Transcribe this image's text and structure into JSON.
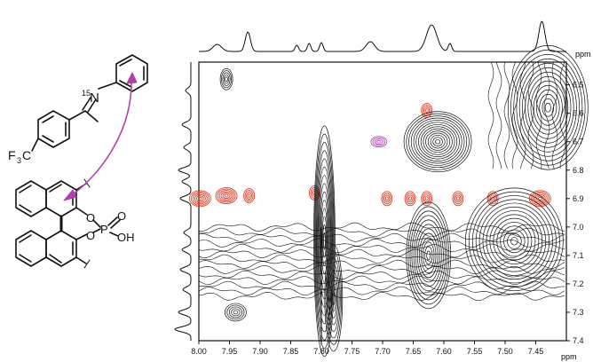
{
  "chart_data": {
    "type": "heatmap",
    "xlabel": "ppm",
    "ylabel": "ppm",
    "xlim": [
      8.0,
      7.4
    ],
    "ylim": [
      6.42,
      7.4
    ],
    "x_ticks": [
      "8.00",
      "7.95",
      "7.90",
      "7.85",
      "7.80",
      "7.75",
      "7.70",
      "7.65",
      "7.60",
      "7.55",
      "7.50",
      "7.45"
    ],
    "y_ticks": [
      "6.5",
      "6.6",
      "6.7",
      "6.8",
      "6.9",
      "7.0",
      "7.1",
      "7.2",
      "7.3",
      "7.4"
    ],
    "negative_peaks": [
      {
        "x": 7.998,
        "y": 6.9
      },
      {
        "x": 7.955,
        "y": 6.89
      },
      {
        "x": 7.918,
        "y": 6.89
      },
      {
        "x": 7.811,
        "y": 6.88
      },
      {
        "x": 7.693,
        "y": 6.9
      },
      {
        "x": 7.655,
        "y": 6.9
      },
      {
        "x": 7.628,
        "y": 6.9
      },
      {
        "x": 7.577,
        "y": 6.9
      },
      {
        "x": 7.52,
        "y": 6.9
      },
      {
        "x": 7.443,
        "y": 6.9
      },
      {
        "x": 7.628,
        "y": 6.59
      }
    ],
    "intermolecular_peak": {
      "x": 7.706,
      "y": 6.7
    },
    "positive_peaks": [
      {
        "x": 7.955,
        "y": 6.48
      },
      {
        "x": 7.795,
        "y": 7.05
      },
      {
        "x": 7.78,
        "y": 7.25
      },
      {
        "x": 7.61,
        "y": 6.7
      },
      {
        "x": 7.625,
        "y": 7.1
      },
      {
        "x": 7.43,
        "y": 6.58
      },
      {
        "x": 7.485,
        "y": 7.05
      },
      {
        "x": 7.94,
        "y": 7.3
      }
    ],
    "projection_1d_peaks_ppm": [
      7.97,
      7.92,
      7.84,
      7.82,
      7.8,
      7.72,
      7.62,
      7.59,
      7.44
    ],
    "colors": {
      "positive": "#111111",
      "negative": "#e0402a",
      "intermolecular": "#b050b0",
      "arrow": "#b040a8"
    }
  },
  "structure": {
    "isotope_label": "15",
    "n_label": "N",
    "cf3_prefix": "F",
    "cf3_sub": "3",
    "cf3_suffix": "C",
    "p_label": "P",
    "o_top": "O",
    "o_bottom": "O",
    "o_double": "O",
    "oh_label": "OH"
  }
}
